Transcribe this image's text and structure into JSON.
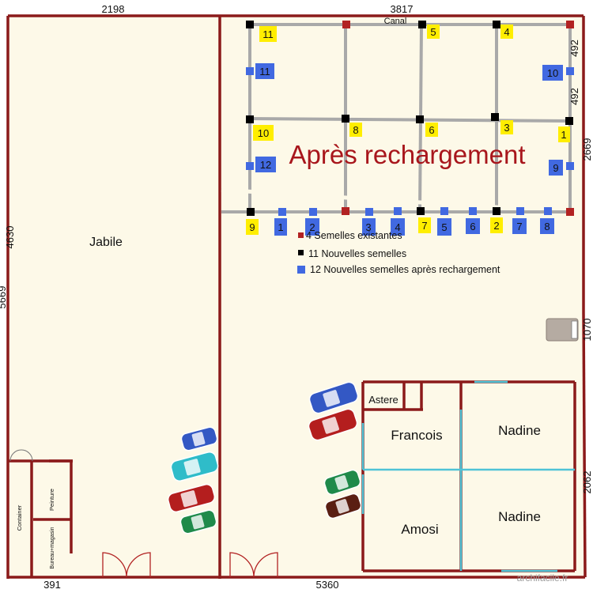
{
  "title": "Après rechargement",
  "canal_label": "Canal",
  "dimensions": {
    "top_left": "2198",
    "top_right": "3817",
    "bottom_left": "391",
    "bottom_mid": "5360",
    "left_upper": "4630",
    "left_lower": "5669",
    "right_a": "492",
    "right_b": "492",
    "right_c": "2669",
    "right_d": "1070",
    "right_e": "2062"
  },
  "rooms": {
    "jabile": "Jabile",
    "astere": "Astere",
    "francois": "Francois",
    "nadine_top": "Nadine",
    "nadine_bottom": "Nadine",
    "amosi": "Amosi",
    "container": "Container",
    "peinture": "Peinture",
    "bureau": "Bureau+magasin"
  },
  "legend": [
    {
      "label": "4 Semelles existantes",
      "color": "#b22222"
    },
    {
      "label": "11 Nouvelles semelles",
      "color": "#000000"
    },
    {
      "label": "12 Nouvelles semelles après rechargement",
      "color": "#4169e1"
    }
  ],
  "yellow_tags": [
    "11",
    "5",
    "4",
    "1",
    "10",
    "8",
    "6",
    "3",
    "9",
    "7",
    "2"
  ],
  "blue_tags": [
    "11",
    "10",
    "12",
    "9",
    "1",
    "2",
    "3",
    "4",
    "5",
    "6",
    "7",
    "8"
  ],
  "watermark": "archifacile.fr",
  "colors": {
    "wall": "#8b1a1a",
    "floor": "#fdf9e8",
    "red_post": "#b22222",
    "black_post": "#000000",
    "blue_post": "#4169e1",
    "yellow_tag": "#ffee00",
    "title_red": "#a8161c"
  }
}
